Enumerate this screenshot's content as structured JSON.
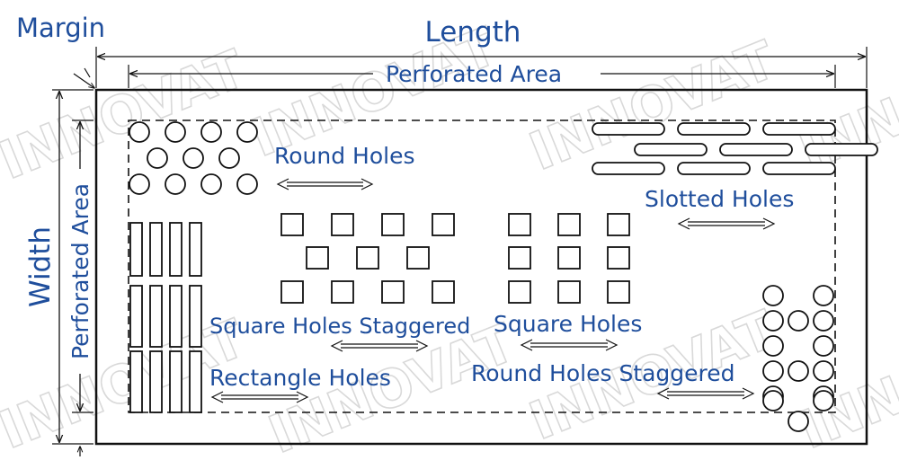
{
  "labels": {
    "margin": "Margin",
    "length": "Length",
    "width": "Width",
    "perforated_area_top": "Perforated Area",
    "perforated_area_left": "Perforated Area",
    "round_holes": "Round Holes",
    "slotted_holes": "Slotted Holes",
    "square_holes_staggered": "Square Holes Staggered",
    "square_holes": "Square Holes",
    "rectangle_holes": "Rectangle Holes",
    "round_holes_staggered": "Round Holes Staggered"
  },
  "watermark": "INNOVAT",
  "colors": {
    "label": "#1f4e9c",
    "line": "#111111",
    "watermark": "#d9d9d9"
  }
}
